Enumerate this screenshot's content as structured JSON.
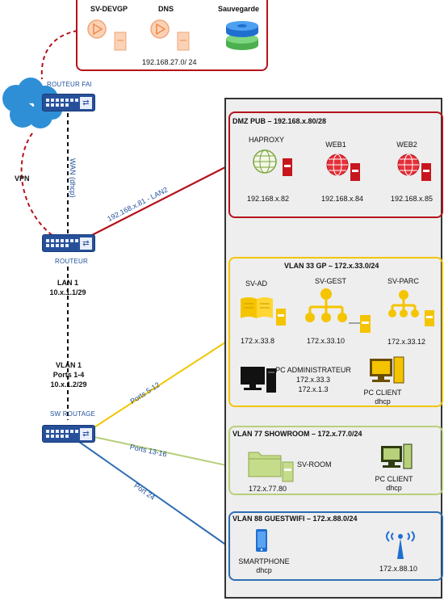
{
  "top_servers": {
    "sv_devgp": "SV-DEVGP",
    "dns": "DNS",
    "sauvegarde": "Sauvegarde",
    "network": "192.168.27.0/ 24"
  },
  "routeur_fai": {
    "label": "ROUTEUR FAI"
  },
  "vpn_label": "VPN",
  "wan_label": "WAN (dhcp)",
  "lan2_label": "192.168.x.81 - LAN2",
  "routeur": {
    "label": "ROUTEUR"
  },
  "lan1": {
    "name": "LAN 1",
    "ip": "10.x.1.1/29"
  },
  "vlan1": {
    "name": "VLAN  1",
    "ports": "Ports 1-4",
    "ip": "10.x.1.2/29"
  },
  "switch": {
    "label": "SW ROUTAGE"
  },
  "link_labels": {
    "ports_5_12": "Ports 5-12",
    "ports_13_16": "Ports 13-16",
    "port_24": "Port 24"
  },
  "dmz": {
    "title": "DMZ PUB – 192.168.x.80/28",
    "servers": [
      {
        "name": "HAPROXY",
        "ip": "192.168.x.82"
      },
      {
        "name": "WEB1",
        "ip": "192.168.x.84"
      },
      {
        "name": "WEB2",
        "ip": "192.168.x.85"
      }
    ]
  },
  "vlan33": {
    "title": "VLAN 33 GP – 172.x.33.0/24",
    "sv_ad": {
      "name": "SV-AD",
      "ip": "172.x.33.8"
    },
    "sv_gest": {
      "name": "SV-GEST",
      "ip": "172.x.33.10"
    },
    "sv_parc": {
      "name": "SV-PARC",
      "ip": "172.x.33.12"
    },
    "pc_admin": {
      "name": "PC ADMINISTRATEUR",
      "ip1": "172.x.33.3",
      "ip2": "172.x.1.3"
    },
    "pc_client": {
      "name": "PC CLIENT",
      "ip": "dhcp"
    }
  },
  "vlan77": {
    "title": "VLAN 77 SHOWROOM – 172.x.77.0/24",
    "sv_room": {
      "name": "SV-ROOM",
      "ip": "172.x.77.80"
    },
    "pc_client": {
      "name": "PC CLIENT",
      "ip": "dhcp"
    }
  },
  "vlan88": {
    "title": "VLAN 88 GUESTWIFI – 172.x.88.0/24",
    "smartphone": {
      "name": "SMARTPHONE",
      "ip": "dhcp"
    },
    "ap": {
      "ip": "172.x.88.10"
    }
  },
  "colors": {
    "dmz": "#b5121b",
    "vlan33": "#f2c500",
    "vlan77": "#b7d07a",
    "vlan88": "#2e6db4",
    "link_wan": "#b5121b",
    "router_blue": "#27509a"
  },
  "icons": [
    "cloud-icon",
    "router-icon",
    "switch-icon",
    "server-icon",
    "globe-server-icon",
    "folder-server-icon",
    "hierarchy-server-icon",
    "database-icon",
    "computer-icon",
    "smartphone-icon",
    "wifi-antenna-icon"
  ]
}
